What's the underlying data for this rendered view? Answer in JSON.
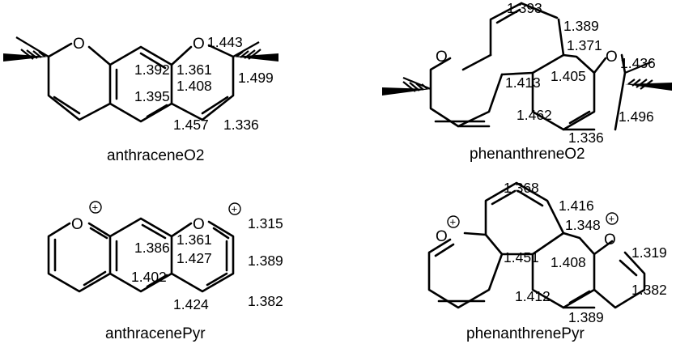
{
  "molecules": [
    {
      "name": "anthraceneO2",
      "atoms": [
        "O",
        "O"
      ],
      "bond_lengths": [
        "1.443",
        "1.392",
        "1.361",
        "1.499",
        "1.408",
        "1.395",
        "1.457",
        "1.336"
      ]
    },
    {
      "name": "phenanthreneO2",
      "atoms": [
        "O",
        "O"
      ],
      "bond_lengths": [
        "1.393",
        "1.389",
        "1.371",
        "1.436",
        "1.413",
        "1.405",
        "1.462",
        "1.496",
        "1.336"
      ]
    },
    {
      "name": "anthracenePyr",
      "atoms": [
        "O",
        "O"
      ],
      "charges": [
        "+",
        "+"
      ],
      "bond_lengths": [
        "1.315",
        "1.386",
        "1.361",
        "1.427",
        "1.389",
        "1.402",
        "1.424",
        "1.382"
      ]
    },
    {
      "name": "phenanthrenePyr",
      "atoms": [
        "O",
        "O"
      ],
      "charges": [
        "+",
        "+"
      ],
      "bond_lengths": [
        "1.368",
        "1.416",
        "1.348",
        "1.319",
        "1.451",
        "1.408",
        "1.412",
        "1.382",
        "1.389"
      ]
    }
  ]
}
